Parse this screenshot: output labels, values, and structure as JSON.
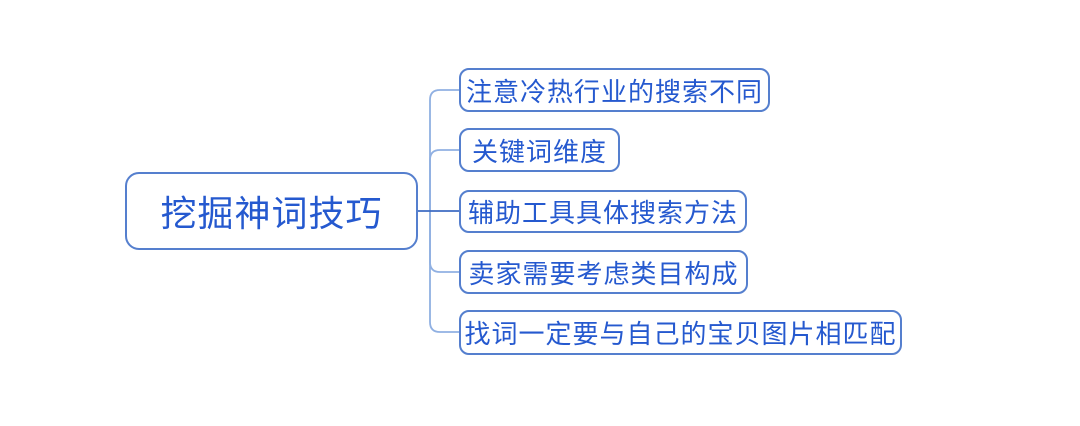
{
  "diagram": {
    "type": "mindmap",
    "root": {
      "label": "挖掘神词技巧"
    },
    "branches": [
      {
        "label": "注意冷热行业的搜索不同"
      },
      {
        "label": "关键词维度"
      },
      {
        "label": "辅助工具具体搜索方法"
      },
      {
        "label": "卖家需要考虑类目构成"
      },
      {
        "label": "找词一定要与自己的宝贝图片相匹配"
      }
    ],
    "colors": {
      "background": "#ffffff",
      "node_border": "#557fce",
      "text": "#2559cf",
      "connector_light": "#90b0e2",
      "connector_dark": "#3e6cc2"
    }
  }
}
